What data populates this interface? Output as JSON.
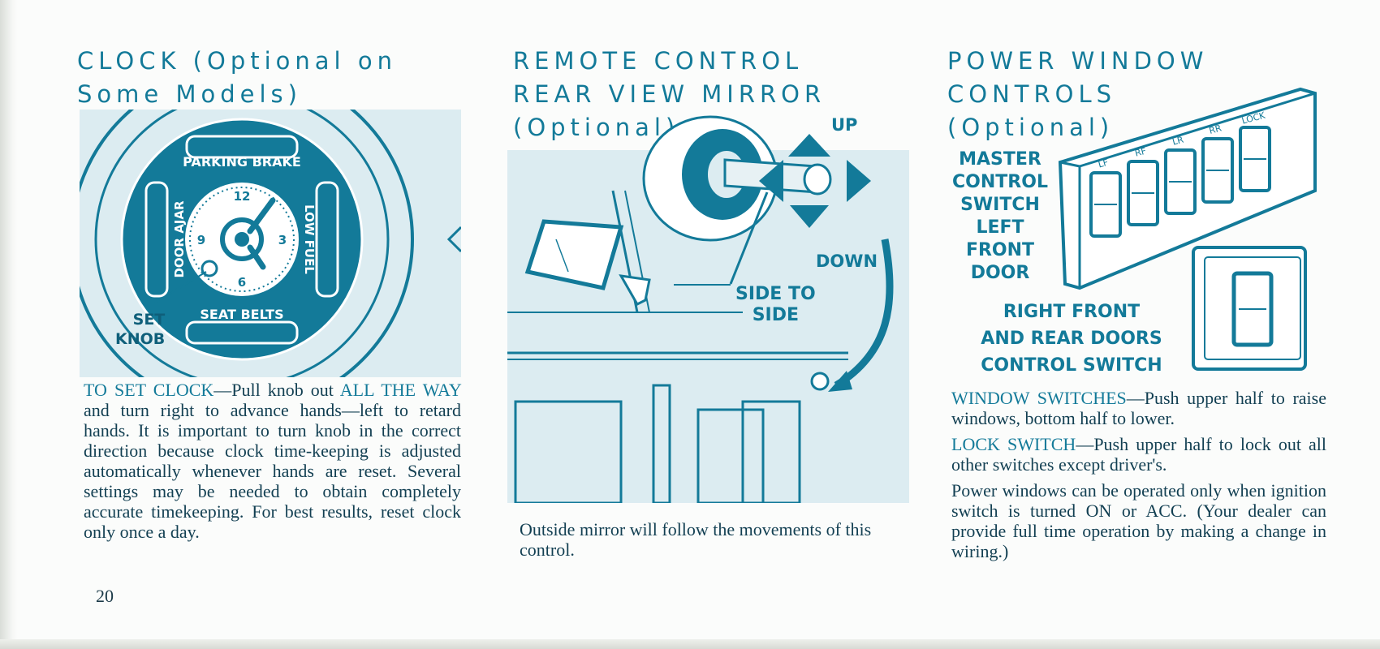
{
  "page_number": "20",
  "clock": {
    "heading_line1": "CLOCK (Optional on",
    "heading_line2": "Some Models)",
    "dial": {
      "parking_brake": "PARKING BRAKE",
      "low_fuel": "LOW FUEL",
      "seat_belts": "SEAT BELTS",
      "door_ajar": "DOOR AJAR",
      "n12": "12",
      "n3": "3",
      "n6": "6",
      "n9": "9"
    },
    "set_knob_line1": "SET",
    "set_knob_line2": "KNOB",
    "body_lead": "TO SET CLOCK",
    "body_dash": "—Pull knob out ",
    "body_emph": "ALL THE WAY",
    "body_rest": " and turn right to advance hands—left to retard hands. It is important to turn knob in the correct direction because clock time-keeping is adjusted automatically whenever hands are reset. Several settings may be needed to obtain completely accurate timekeeping. For best results, reset clock only once a day."
  },
  "mirror": {
    "heading_line1": "REMOTE CONTROL",
    "heading_line2": "REAR VIEW MIRROR",
    "heading_line3": "(Optional)",
    "label_up": "UP",
    "label_down": "DOWN",
    "label_side_line1": "SIDE TO",
    "label_side_line2": "SIDE",
    "caption": "Outside mirror will follow the movements of this control."
  },
  "windows": {
    "heading_line1": "POWER WINDOW",
    "heading_line2": "CONTROLS",
    "heading_line3": "(Optional)",
    "master_label_lines": [
      "MASTER",
      "CONTROL",
      "SWITCH",
      "LEFT",
      "FRONT",
      "DOOR"
    ],
    "switch_labels": [
      "LF",
      "RF",
      "LR",
      "RR",
      "LOCK"
    ],
    "right_label_lines": [
      "RIGHT FRONT",
      "AND REAR DOORS",
      "CONTROL SWITCH"
    ],
    "para1_lead": "WINDOW SWITCHES",
    "para1_rest": "—Push upper half to raise windows, bottom half to lower.",
    "para2_lead": "LOCK SWITCH",
    "para2_rest": "—Push upper half to lock out all other switches except driver's.",
    "para3": "Power windows can be operated only when ignition switch is turned ON or ACC. (Your dealer can provide full time operation by making a change in wiring.)"
  },
  "colors": {
    "accent": "#137a99",
    "panel": "#dcecf1",
    "text": "#123f52"
  }
}
